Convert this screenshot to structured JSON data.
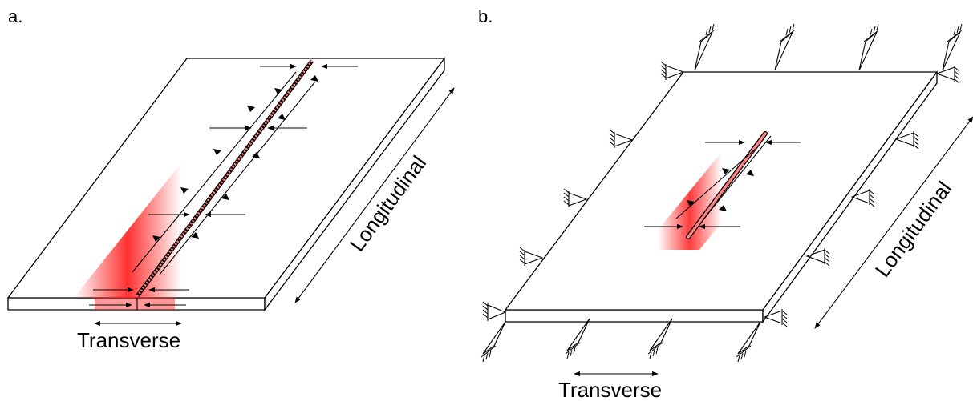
{
  "panels": [
    {
      "id": "a",
      "label": "a.",
      "longitudinal_label": "Longitudinal",
      "transverse_label": "Transverse"
    },
    {
      "id": "b",
      "label": "b.",
      "longitudinal_label": "Longitudinal",
      "transverse_label": "Transverse"
    }
  ],
  "colors": {
    "heat_zone": "#ff1a1a",
    "line": "#000000",
    "plate": "#ffffff"
  },
  "icons": [
    "arrow-icon",
    "shear-arrowhead-icon",
    "fixed-support-icon"
  ]
}
